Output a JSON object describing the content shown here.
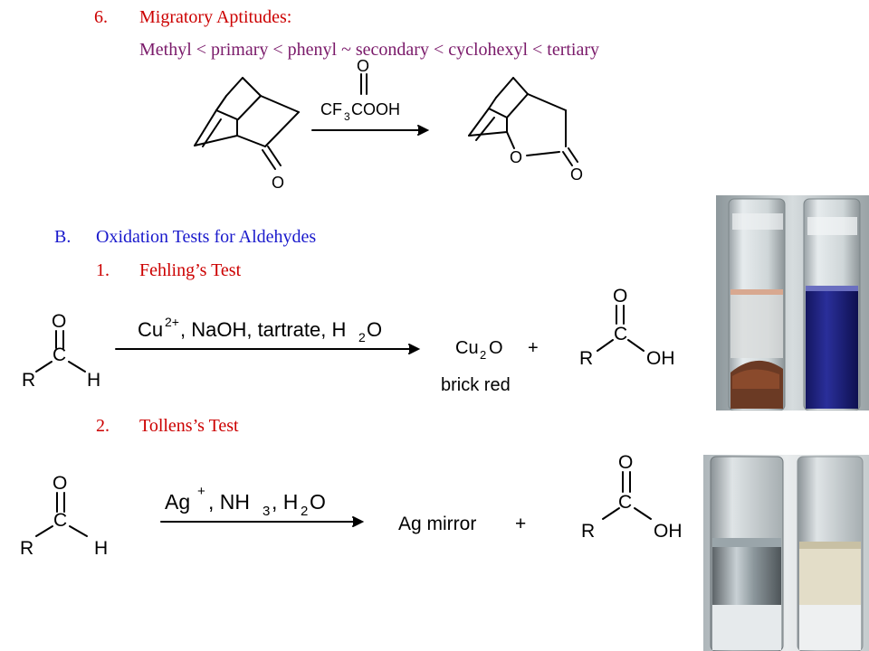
{
  "section6": {
    "number": "6.",
    "title": "Migratory Aptitudes:",
    "line": "Methyl < primary < phenyl ~ secondary < cyclohexyl < tertiary"
  },
  "sectionB": {
    "letter": "B.",
    "title": "Oxidation Tests for Aldehydes"
  },
  "fehling": {
    "number": "1.",
    "title": "Fehling’s Test"
  },
  "tollens": {
    "number": "2.",
    "title": "Tollens’s Test"
  },
  "baeyer": {
    "reagent_o": "O",
    "reagent_cf": "CF",
    "reagent_3": "3",
    "reagent_cooh": "COOH",
    "ketone_o": "O",
    "lactone_ring_o": "O",
    "lactone_carbonyl_o": "O"
  },
  "aldehyde": {
    "o": "O",
    "c": "C",
    "r": "R",
    "h": "H"
  },
  "acid": {
    "o": "O",
    "c": "C",
    "r": "R",
    "oh": "OH"
  },
  "fehling_rxn": {
    "cu": "Cu",
    "cu_charge": "2+",
    "rest_a": ", NaOH, tartrate, H",
    "h2o_sub": "2",
    "rest_b": "O",
    "product_cu": "Cu",
    "product_sub": "2",
    "product_o": "O",
    "plus": "+",
    "product_label": "brick red"
  },
  "tollens_rxn": {
    "ag": "Ag",
    "ag_charge": "+",
    "rest_a": ", NH",
    "nh3_sub": "3",
    "rest_b": ", H",
    "h2o_sub": "2",
    "rest_c": "O",
    "product": "Ag mirror",
    "plus": "+"
  },
  "colors": {
    "heading_red": "#cc0000",
    "heading_blue": "#1a1acc",
    "heading_purple": "#7a1a6a",
    "ink": "#000000"
  },
  "icons": {
    "fehling_photo": "fehling-test-tubes-photo",
    "tollens_photo": "tollens-test-tubes-photo"
  }
}
